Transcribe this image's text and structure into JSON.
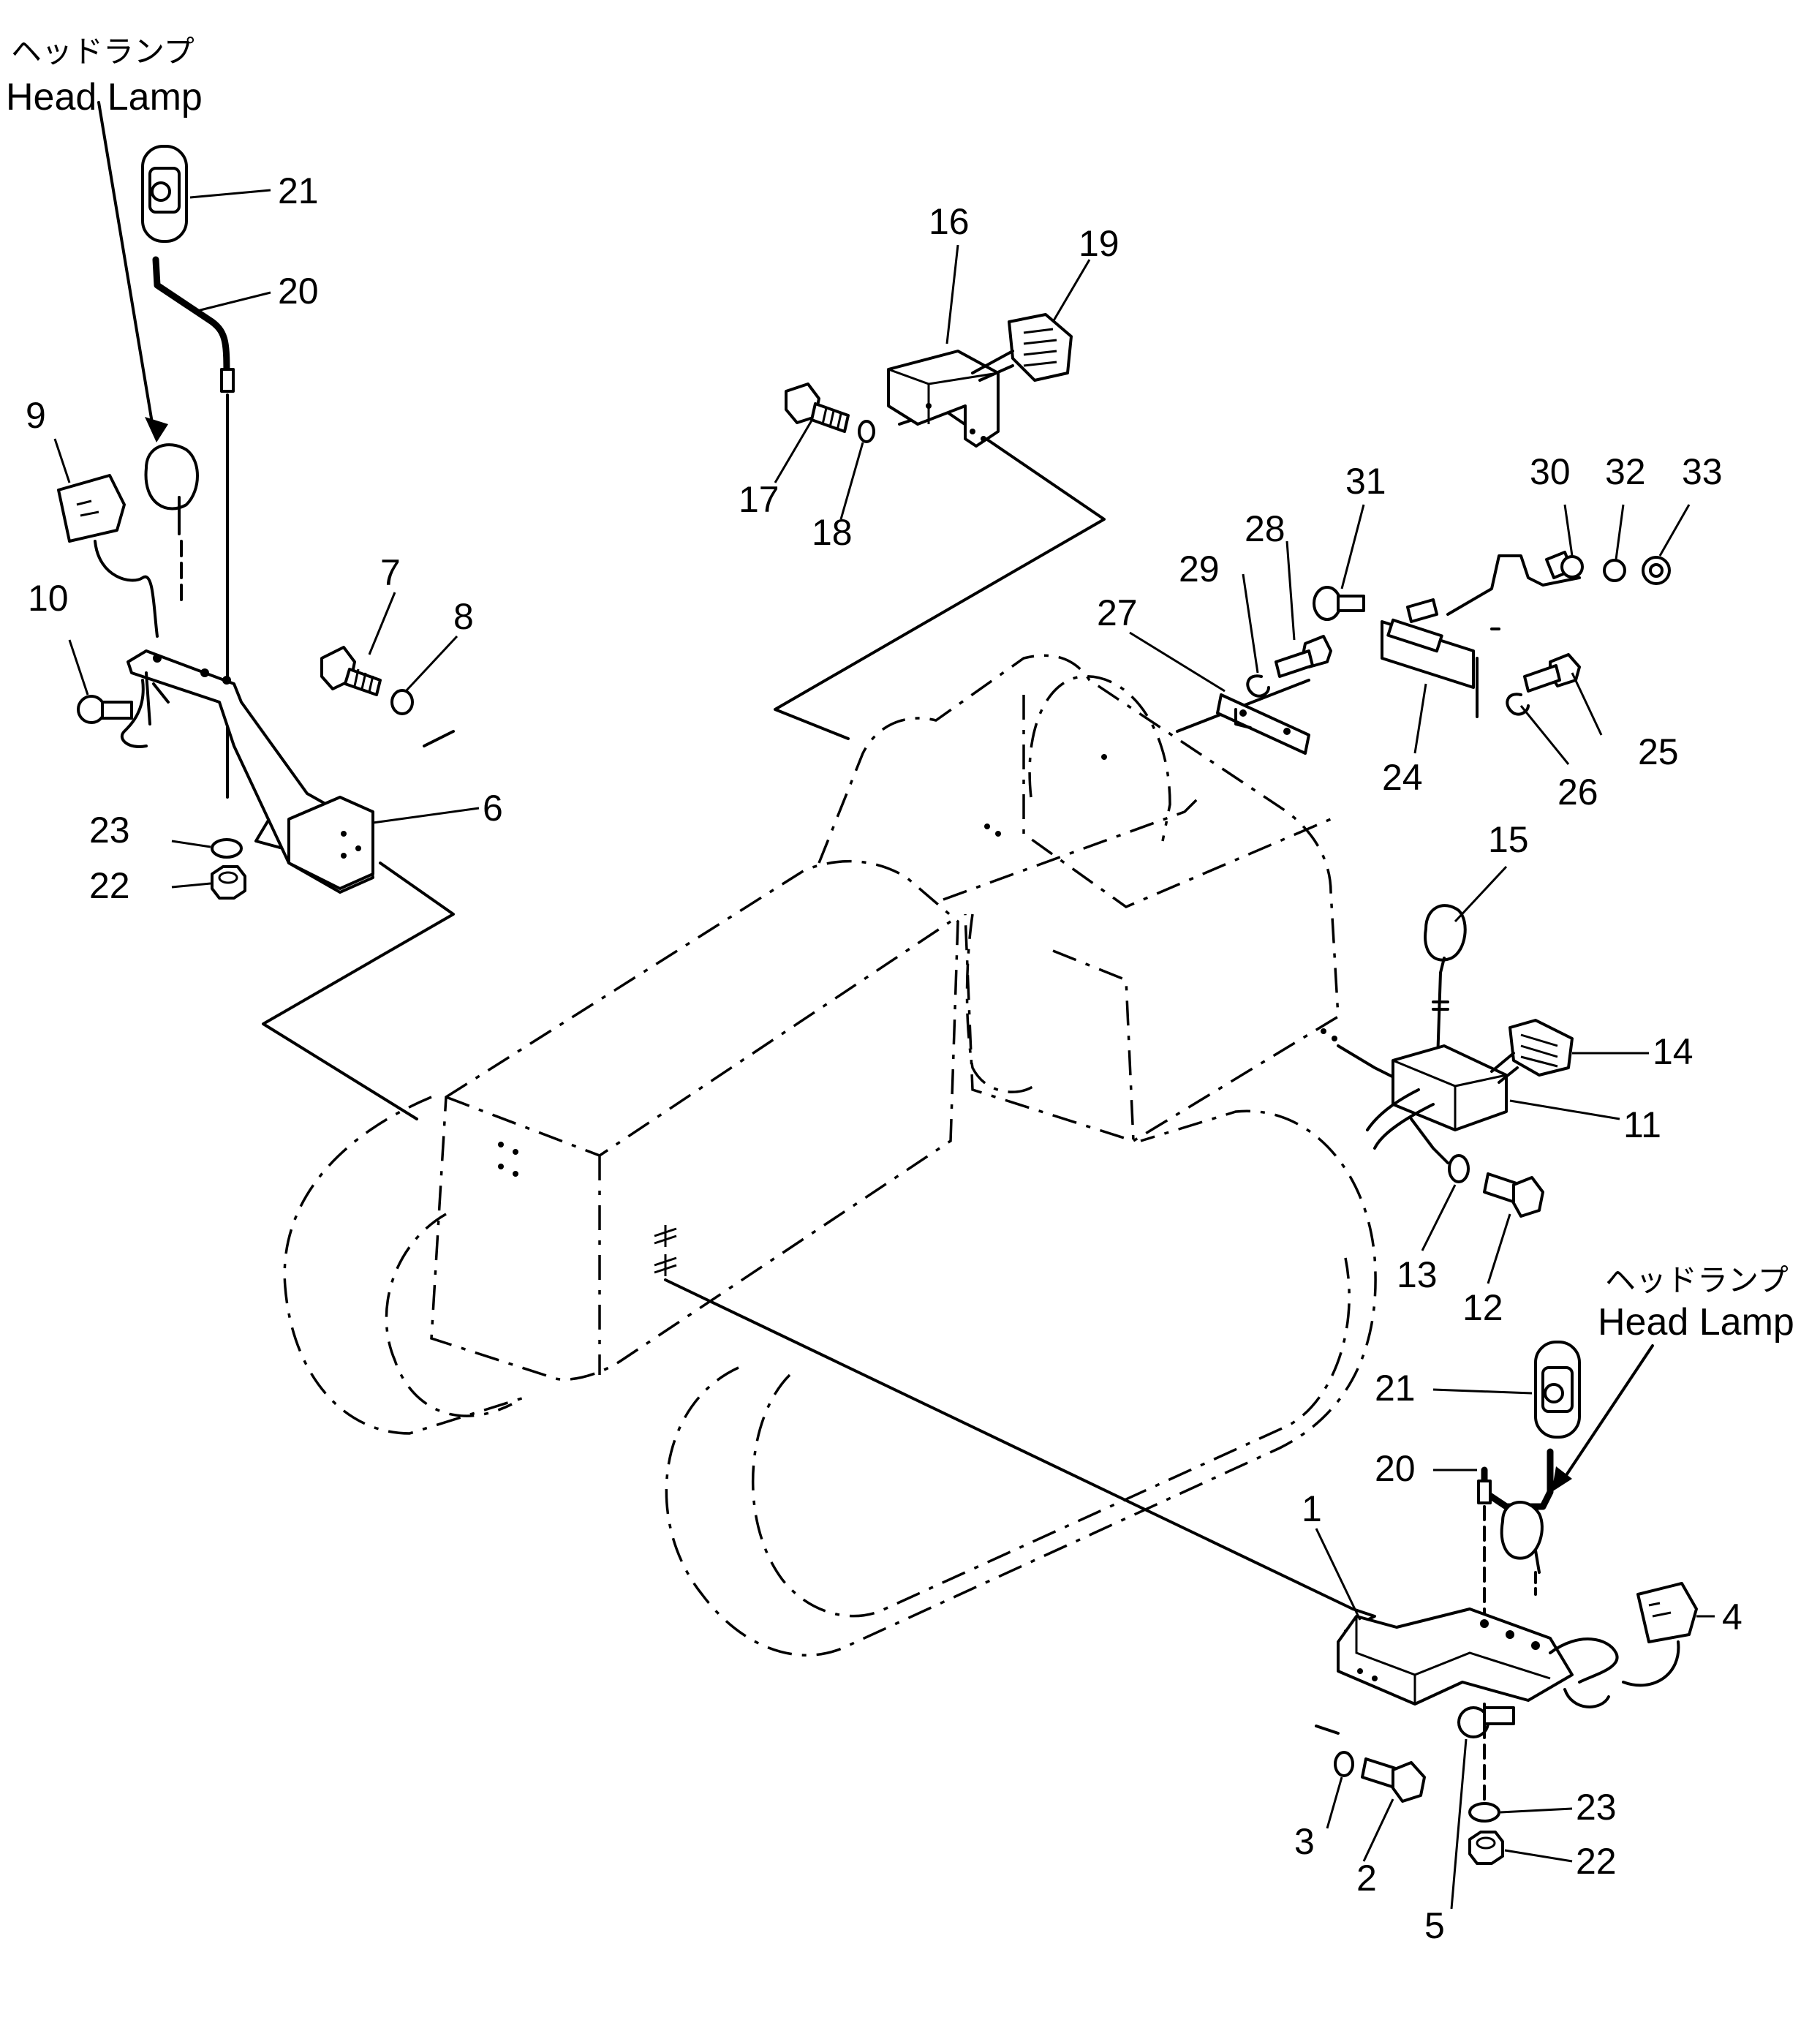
{
  "labels": {
    "head_lamp_jp": "ヘッドランプ",
    "head_lamp_en": "Head Lamp"
  },
  "callouts": {
    "n1": "1",
    "n2": "2",
    "n3": "3",
    "n4": "4",
    "n5": "5",
    "n6": "6",
    "n7": "7",
    "n8": "8",
    "n9": "9",
    "n10": "10",
    "n11": "11",
    "n12": "12",
    "n13": "13",
    "n14": "14",
    "n15": "15",
    "n16": "16",
    "n17": "17",
    "n18": "18",
    "n19": "19",
    "n20": "20",
    "n21": "21",
    "n22": "22",
    "n23": "23",
    "n24": "24",
    "n25": "25",
    "n26": "26",
    "n27": "27",
    "n28": "28",
    "n29": "29",
    "n30": "30",
    "n31": "31",
    "n32": "32",
    "n33": "33"
  }
}
